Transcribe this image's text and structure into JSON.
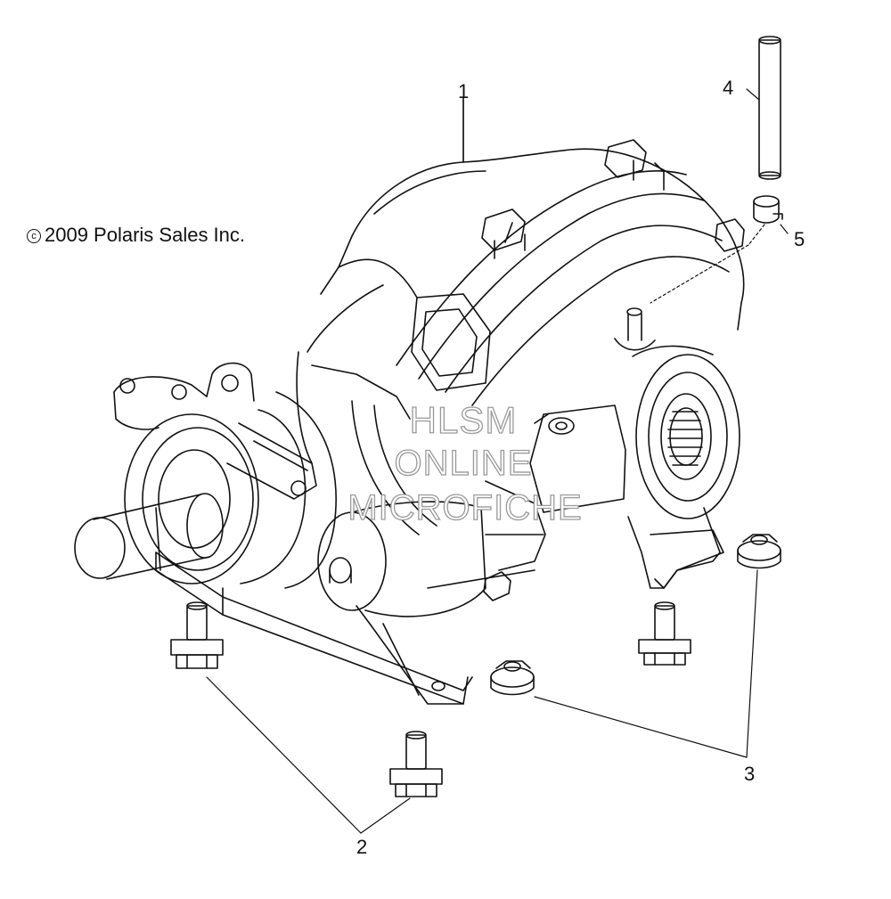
{
  "diagram": {
    "copyright": "2009 Polaris Sales Inc.",
    "copyright_symbol": "c",
    "callouts": {
      "part_1": "1",
      "part_2": "2",
      "part_3": "3",
      "part_4": "4",
      "part_5": "5"
    },
    "watermark": {
      "line1": "HLSM",
      "line2": "ONLINE",
      "line3": "MICROFICHE"
    },
    "line_color": "#111111",
    "watermark_color": "#9a9a9a"
  }
}
